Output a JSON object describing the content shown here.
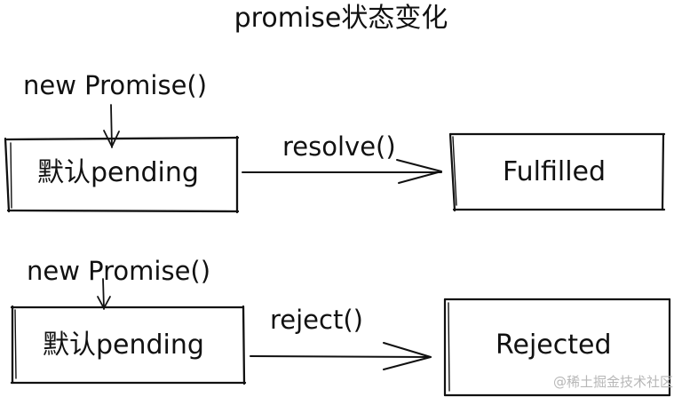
{
  "diagram": {
    "title": "promise状态变化",
    "flows": [
      {
        "trigger_label": "new Promise()",
        "start_state": "默认pending",
        "transition_label": "resolve()",
        "end_state": "Fulfilled"
      },
      {
        "trigger_label": "new Promise()",
        "start_state": "默认pending",
        "transition_label": "reject()",
        "end_state": "Rejected"
      }
    ]
  },
  "watermark": {
    "text": "@稀土掘金技术社区"
  }
}
